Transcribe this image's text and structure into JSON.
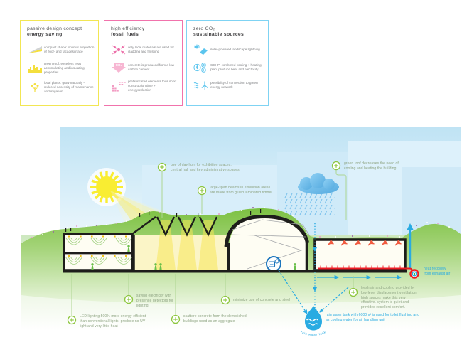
{
  "legend": {
    "boxes": [
      {
        "title1": "passive design concept",
        "title2": "energy saving",
        "items": [
          {
            "icon": "compact-shape-icon",
            "text": "compact shape: optimal proportion of floor- and facadesurface"
          },
          {
            "icon": "green-roof-icon",
            "text": "green roof: excellent heat accumulating and insulating properties"
          },
          {
            "icon": "local-plants-icon",
            "text": "local plants: grow naturally – reduced necessity of maintenance and irrigation"
          }
        ]
      },
      {
        "title1": "high efficiency",
        "title2": "fossil fuels",
        "items": [
          {
            "icon": "local-materials-icon",
            "text": "only local materials are used for cladding and finishing"
          },
          {
            "icon": "co2-arrow-icon",
            "icon_text": "CO₂",
            "text": "concrete is produced from a low-carbon cement"
          },
          {
            "icon": "prefab-elements-icon",
            "text": "prefabricated elements thus short construction time + energyreduction"
          }
        ]
      },
      {
        "title1": "zero CO₂",
        "title2": "sustainable sources",
        "items": [
          {
            "icon": "solar-panel-icon",
            "text": "solar-powered landscape lightning"
          },
          {
            "icon": "cchp-icon",
            "text": "CCHP: combined cooling + heating plant produce heat and electricity"
          },
          {
            "icon": "green-network-icon",
            "text": "possibility of connection to green energy network"
          }
        ]
      }
    ]
  },
  "annotations": {
    "daylight": "use of day light for exhibition spaces, central hall and key administrative spaces",
    "beams": "large-span beams in exhibition areas are made from glued laminated timber",
    "green_roof": "green roof decreases the need of cooling and heating the building",
    "presence_detectors": "saving electricity with presence detectors for lighting",
    "led": "LED lighting 500% more energy-efficient than conventional lights, produce no UV-light and very little heat",
    "concrete_reuse": "scattere concrete from the demolished buildings used as an aggregate",
    "minimize": "minimize use of concrete and steel",
    "fresh_air": "fresh air and cooling provided by low-level displacement ventilation. high spaces make this very effective. system is quiet and provides excellent comfort.",
    "rain_water": "rain water tank with 6000m³ is used for toilet flushing and as cooling water for air handling unit",
    "heat_recovery": "heat recovery from exhaust air"
  },
  "labels": {
    "tank": "rain water tank"
  },
  "colors": {
    "accent_yellow": "#f2e654",
    "accent_pink": "#f173ac",
    "accent_lightblue": "#7fd3f3",
    "annotation_green": "#8dc63f",
    "flow_blue": "#29abe2",
    "heat_red": "#ed1c24",
    "sun_yellow": "#f9ed32"
  }
}
